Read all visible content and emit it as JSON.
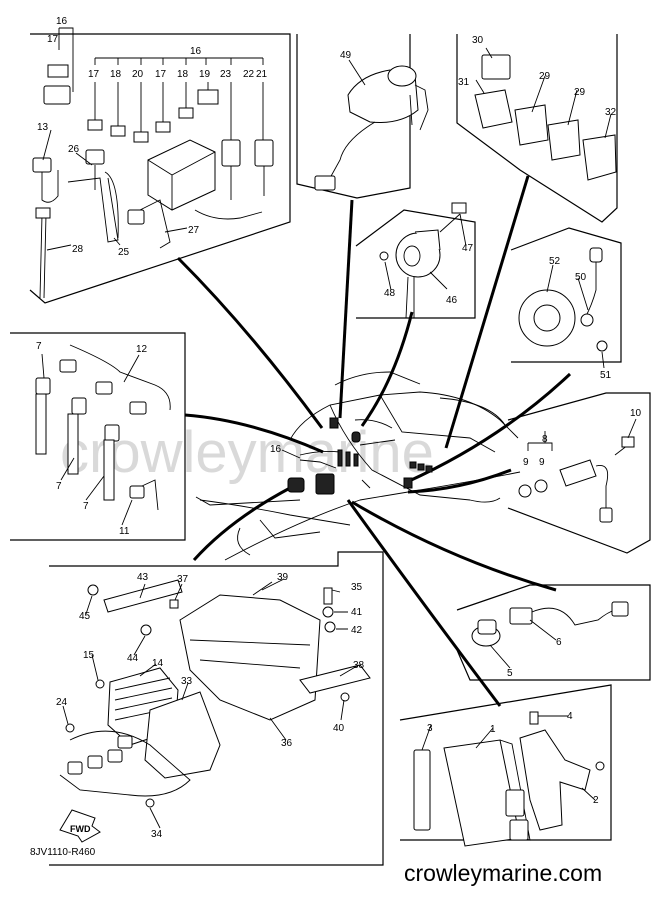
{
  "watermark": "crowleymarine",
  "brand": "crowleymarine.com",
  "diagram_code": "8JV1110-R460",
  "fwd_label": "FWD",
  "panel_top_left": [
    {
      "id": "16"
    },
    {
      "id": "17"
    },
    {
      "id": "16"
    },
    {
      "id": "17"
    },
    {
      "id": "18"
    },
    {
      "id": "20"
    },
    {
      "id": "17"
    },
    {
      "id": "18"
    },
    {
      "id": "19"
    },
    {
      "id": "23"
    },
    {
      "id": "22"
    },
    {
      "id": "21"
    },
    {
      "id": "13"
    },
    {
      "id": "26"
    },
    {
      "id": "25"
    },
    {
      "id": "27"
    },
    {
      "id": "28"
    }
  ],
  "panel_key": {
    "id": "49"
  },
  "panel_relays": [
    {
      "id": "30"
    },
    {
      "id": "31"
    },
    {
      "id": "29"
    },
    {
      "id": "29"
    },
    {
      "id": "32"
    }
  ],
  "panel_buzzer": [
    {
      "id": "47"
    },
    {
      "id": "48"
    },
    {
      "id": "46"
    }
  ],
  "panel_plate": [
    {
      "id": "52"
    },
    {
      "id": "50"
    },
    {
      "id": "51"
    }
  ],
  "panel_coils": [
    {
      "id": "7"
    },
    {
      "id": "12"
    },
    {
      "id": "7"
    },
    {
      "id": "7"
    },
    {
      "id": "11"
    }
  ],
  "panel_sensor": [
    {
      "id": "10"
    },
    {
      "id": "8"
    },
    {
      "id": "9"
    },
    {
      "id": "9"
    }
  ],
  "center": [
    {
      "id": "16"
    }
  ],
  "panel_bottom_left": [
    {
      "id": "43"
    },
    {
      "id": "37"
    },
    {
      "id": "39"
    },
    {
      "id": "35"
    },
    {
      "id": "45"
    },
    {
      "id": "41"
    },
    {
      "id": "42"
    },
    {
      "id": "44"
    },
    {
      "id": "15"
    },
    {
      "id": "14"
    },
    {
      "id": "33"
    },
    {
      "id": "38"
    },
    {
      "id": "24"
    },
    {
      "id": "40"
    },
    {
      "id": "36"
    },
    {
      "id": "34"
    }
  ],
  "panel_switch": [
    {
      "id": "6"
    },
    {
      "id": "5"
    }
  ],
  "panel_ecu": [
    {
      "id": "4"
    },
    {
      "id": "3"
    },
    {
      "id": "1"
    },
    {
      "id": "2"
    }
  ]
}
